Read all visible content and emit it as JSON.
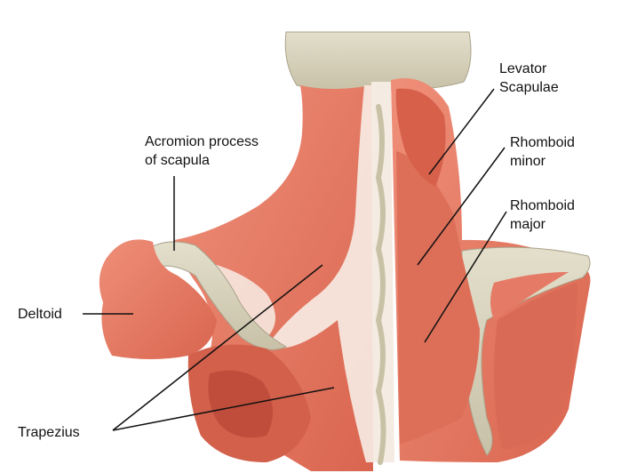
{
  "labels": {
    "levator_scapulae": {
      "line1": "Levator",
      "line2": "Scapulae"
    },
    "rhomboid_minor": {
      "line1": "Rhomboid",
      "line2": "minor"
    },
    "rhomboid_major": {
      "line1": "Rhomboid",
      "line2": "major"
    },
    "acromion_process": {
      "line1": "Acromion process",
      "line2": "of scapula"
    },
    "deltoid": "Deltoid",
    "trapezius": "Trapezius"
  },
  "colors": {
    "muscle": "#e57b66",
    "muscle_dark": "#c9513e",
    "muscle_light": "#f2a08d",
    "tendon": "#f7ede6",
    "bone": "#d8d3bd",
    "bone_shadow": "#b9b29a",
    "leader_line": "#111111"
  }
}
